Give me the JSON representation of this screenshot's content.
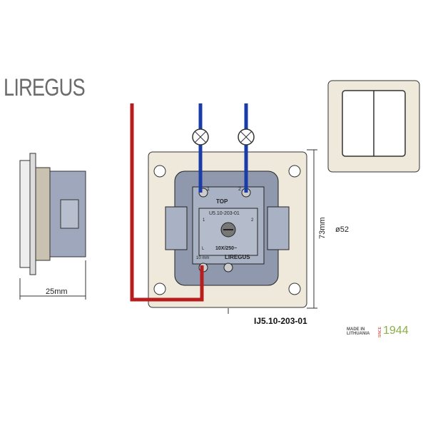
{
  "brand": {
    "logo": "LIREGUS",
    "logo_accent": "#c0392b"
  },
  "dimensions": {
    "depth": "25mm",
    "height": "73mm",
    "diameter": "ø52"
  },
  "model_number": "IJ5.10-203-01",
  "switch_labels": {
    "terminal_1": "1",
    "terminal_2": "2",
    "top": "TOP",
    "code": "U5.10-203-01",
    "rating": "10X/250~",
    "strip_length": "10 mm",
    "brand_mark": "LIREGUS",
    "live": "L",
    "contact_1": "1",
    "contact_2": "2"
  },
  "footer": {
    "made_in": "MADE IN",
    "country": "LITHUANIA",
    "since": "SINCE",
    "year": "1944"
  },
  "colors": {
    "wire_live": "#b81c1c",
    "wire_load": "#1a3ca8",
    "frame": "#efe9dc",
    "mechanism": "#a9b2c4",
    "year": "#8bb04a"
  }
}
